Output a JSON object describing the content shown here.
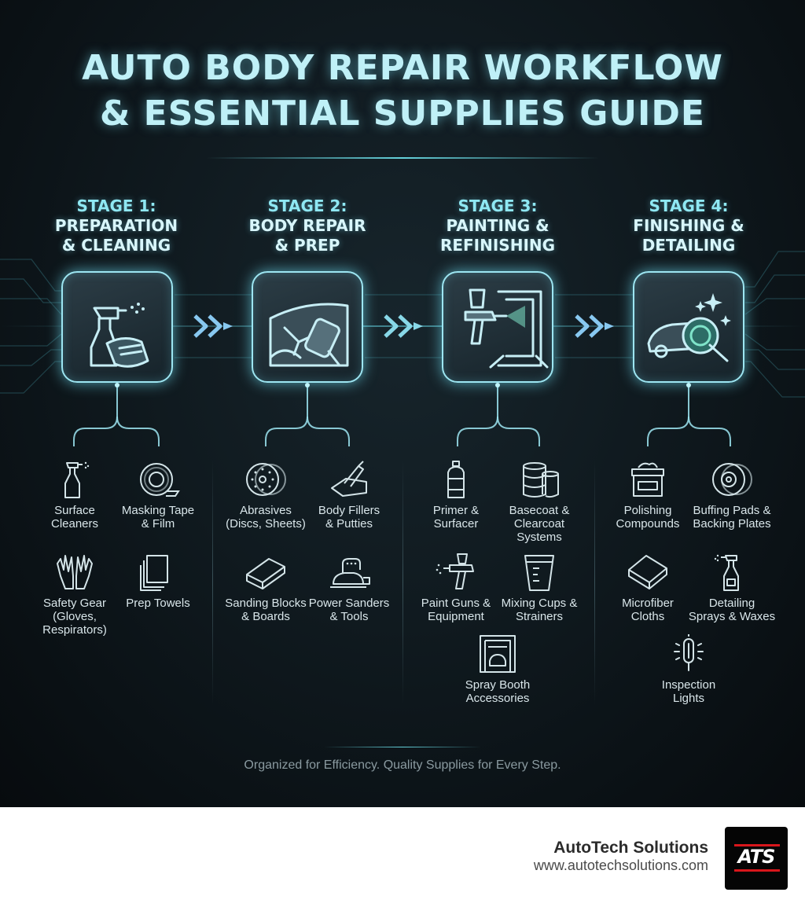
{
  "title": {
    "line1": "AUTO BODY REPAIR WORKFLOW",
    "line2": "& ESSENTIAL SUPPLIES GUIDE"
  },
  "colors": {
    "accent": "#9de6f2",
    "title": "#bff0f7",
    "background": "#0e171c",
    "brand_red": "#d8161b"
  },
  "stages": [
    {
      "number": "STAGE 1:",
      "name_line1": "PREPARATION",
      "name_line2": "& CLEANING",
      "icon": "spray-bottle-cloth-icon",
      "supplies": [
        {
          "icon": "spray-bottle-icon",
          "label": [
            "Surface",
            "Cleaners"
          ]
        },
        {
          "icon": "tape-roll-icon",
          "label": [
            "Masking Tape",
            "& Film"
          ]
        },
        {
          "icon": "gloves-icon",
          "label": [
            "Safety Gear",
            "(Gloves,",
            "Respirators)"
          ]
        },
        {
          "icon": "towels-icon",
          "label": [
            "Prep Towels"
          ]
        }
      ]
    },
    {
      "number": "STAGE 2:",
      "name_line1": "BODY REPAIR",
      "name_line2": "& PREP",
      "icon": "dented-panel-sander-icon",
      "supplies": [
        {
          "icon": "abrasive-disc-icon",
          "label": [
            "Abrasives",
            "(Discs, Sheets)"
          ]
        },
        {
          "icon": "spreader-icon",
          "label": [
            "Body Fillers",
            "& Putties"
          ]
        },
        {
          "icon": "sanding-block-icon",
          "label": [
            "Sanding Blocks",
            "& Boards"
          ]
        },
        {
          "icon": "power-sander-icon",
          "label": [
            "Power Sanders",
            "& Tools"
          ]
        }
      ]
    },
    {
      "number": "STAGE 3:",
      "name_line1": "PAINTING &",
      "name_line2": "REFINISHING",
      "icon": "spray-gun-booth-icon",
      "supplies": [
        {
          "icon": "primer-can-icon",
          "label": [
            "Primer &",
            "Surfacer"
          ]
        },
        {
          "icon": "paint-cans-icon",
          "label": [
            "Basecoat &",
            "Clearcoat",
            "Systems"
          ]
        },
        {
          "icon": "paint-gun-icon",
          "label": [
            "Paint Guns &",
            "Equipment"
          ]
        },
        {
          "icon": "mixing-cup-icon",
          "label": [
            "Mixing Cups &",
            "Strainers"
          ]
        },
        {
          "icon": "spray-booth-icon",
          "label": [
            "Spray Booth",
            "Accessories"
          ]
        }
      ]
    },
    {
      "number": "STAGE 4:",
      "name_line1": "FINISHING &",
      "name_line2": "DETAILING",
      "icon": "car-polisher-icon",
      "supplies": [
        {
          "icon": "compound-jar-icon",
          "label": [
            "Polishing",
            "Compounds"
          ]
        },
        {
          "icon": "buffing-pad-icon",
          "label": [
            "Buffing Pads &",
            "Backing Plates"
          ]
        },
        {
          "icon": "microfiber-cloth-icon",
          "label": [
            "Microfiber",
            "Cloths"
          ]
        },
        {
          "icon": "detailing-spray-icon",
          "label": [
            "Detailing",
            "Sprays & Waxes"
          ]
        },
        {
          "icon": "inspection-light-icon",
          "label": [
            "Inspection",
            "Lights"
          ]
        }
      ]
    }
  ],
  "footer_note": "Organized for Efficiency. Quality Supplies for Every Step.",
  "brand": {
    "name": "AutoTech Solutions",
    "url": "www.autotechsolutions.com",
    "logo_text": "ATS"
  }
}
